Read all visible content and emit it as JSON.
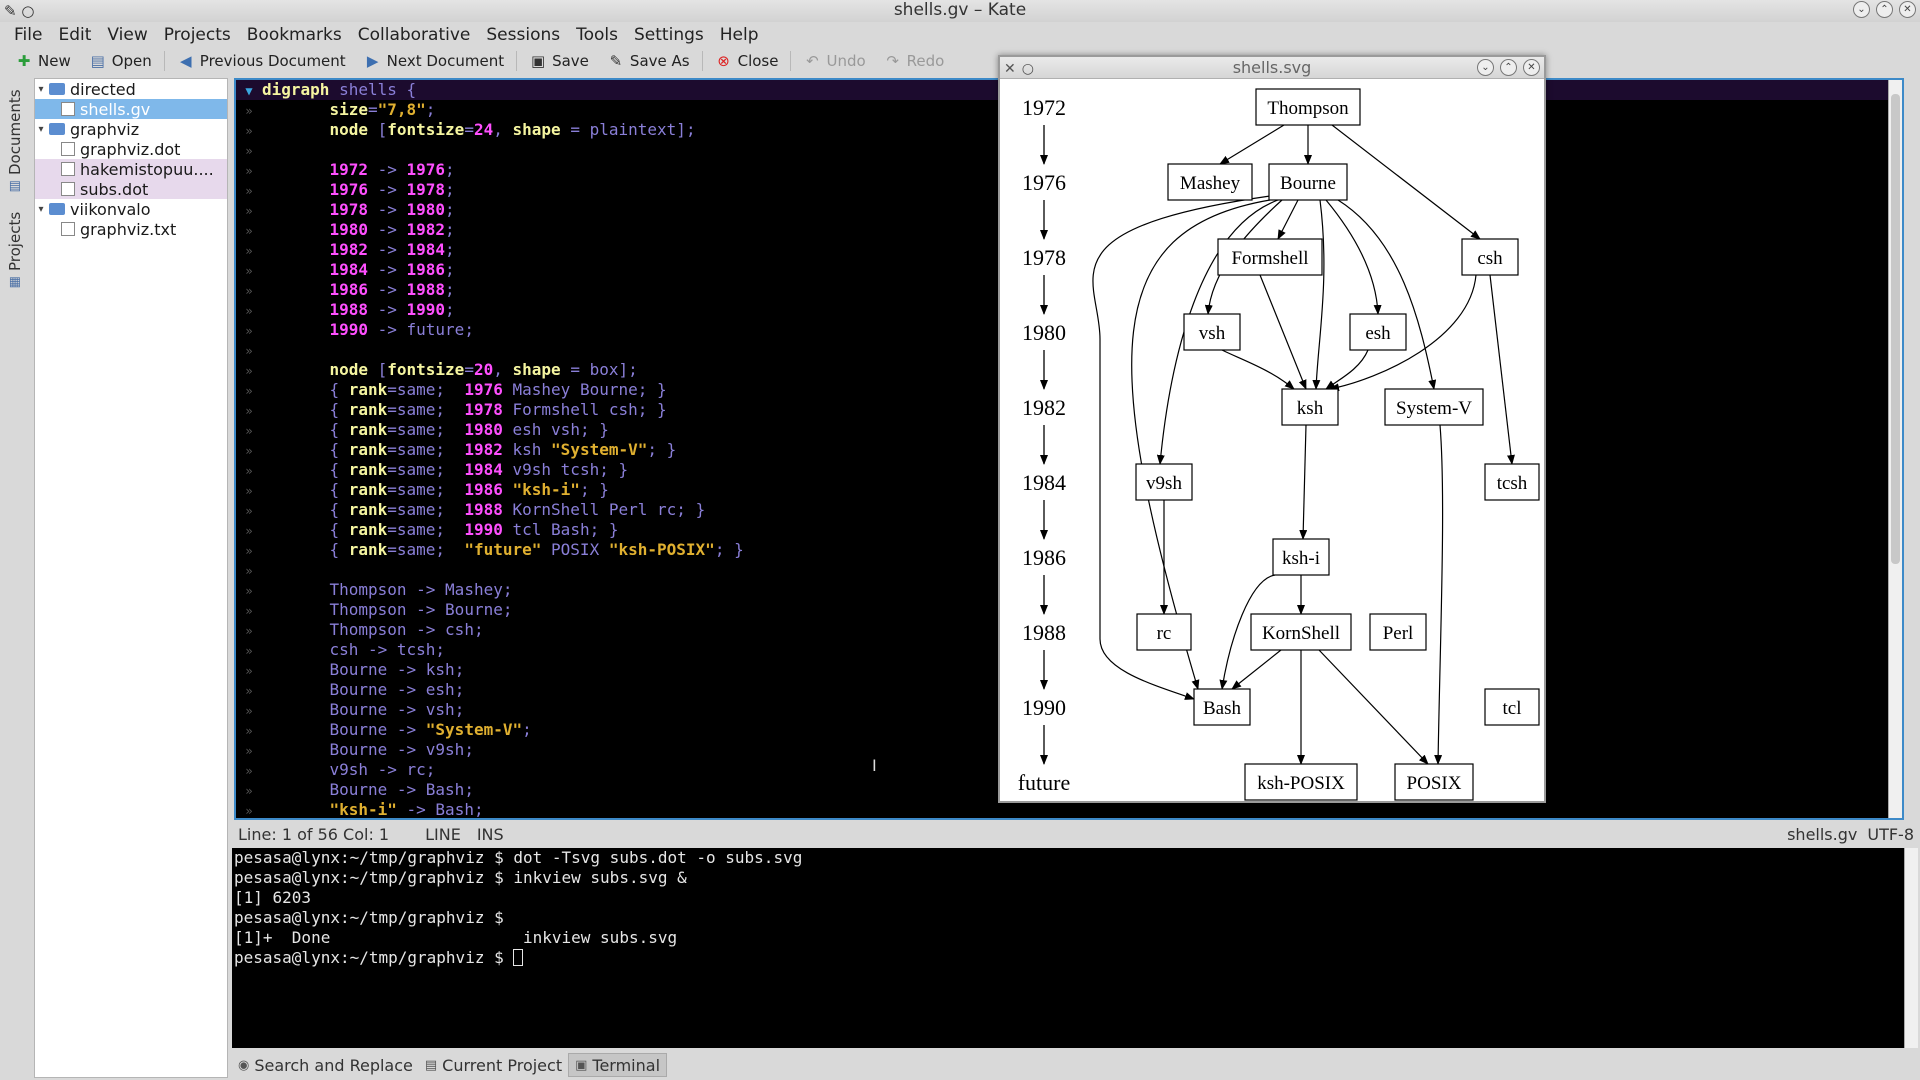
{
  "window": {
    "title": "shells.gv – Kate"
  },
  "menu": [
    "File",
    "Edit",
    "View",
    "Projects",
    "Bookmarks",
    "Collaborative",
    "Sessions",
    "Tools",
    "Settings",
    "Help"
  ],
  "toolbar": {
    "new": "New",
    "open": "Open",
    "prev": "Previous Document",
    "next": "Next Document",
    "save": "Save",
    "save_as": "Save As",
    "close": "Close",
    "undo": "Undo",
    "redo": "Redo"
  },
  "side_tabs": {
    "documents": "Documents",
    "projects": "Projects"
  },
  "tree": [
    {
      "label": "directed",
      "type": "folder",
      "level": 0
    },
    {
      "label": "shells.gv",
      "type": "file",
      "level": 1,
      "state": "selected"
    },
    {
      "label": "graphviz",
      "type": "folder",
      "level": 0
    },
    {
      "label": "graphviz.dot",
      "type": "file",
      "level": 1,
      "state": ""
    },
    {
      "label": "hakemistopuu....",
      "type": "file",
      "level": 1,
      "state": "modified"
    },
    {
      "label": "subs.dot",
      "type": "file",
      "level": 1,
      "state": "modified"
    },
    {
      "label": "viikonvalo",
      "type": "folder",
      "level": 0
    },
    {
      "label": "graphviz.txt",
      "type": "file",
      "level": 1,
      "state": ""
    }
  ],
  "code": [
    "digraph shells {",
    "size=\"7,8\";",
    "node [fontsize=24, shape = plaintext];",
    "",
    "1972 -> 1976;",
    "1976 -> 1978;",
    "1978 -> 1980;",
    "1980 -> 1982;",
    "1982 -> 1984;",
    "1984 -> 1986;",
    "1986 -> 1988;",
    "1988 -> 1990;",
    "1990 -> future;",
    "",
    "node [fontsize=20, shape = box];",
    "{ rank=same;  1976 Mashey Bourne; }",
    "{ rank=same;  1978 Formshell csh; }",
    "{ rank=same;  1980 esh vsh; }",
    "{ rank=same;  1982 ksh \"System-V\"; }",
    "{ rank=same;  1984 v9sh tcsh; }",
    "{ rank=same;  1986 \"ksh-i\"; }",
    "{ rank=same;  1988 KornShell Perl rc; }",
    "{ rank=same;  1990 tcl Bash; }",
    "{ rank=same;  \"future\" POSIX \"ksh-POSIX\"; }",
    "",
    "Thompson -> Mashey;",
    "Thompson -> Bourne;",
    "Thompson -> csh;",
    "csh -> tcsh;",
    "Bourne -> ksh;",
    "Bourne -> esh;",
    "Bourne -> vsh;",
    "Bourne -> \"System-V\";",
    "Bourne -> v9sh;",
    "v9sh -> rc;",
    "Bourne -> Bash;",
    "\"ksh-i\" -> Bash;"
  ],
  "status": {
    "position": "Line: 1 of 56 Col: 1",
    "mode": "LINE",
    "insert": "INS",
    "filename": "shells.gv",
    "encoding": "UTF-8"
  },
  "terminal": [
    "pesasa@lynx:~/tmp/graphviz $ dot -Tsvg subs.dot -o subs.svg",
    "pesasa@lynx:~/tmp/graphviz $ inkview subs.svg &",
    "[1] 6203",
    "pesasa@lynx:~/tmp/graphviz $",
    "[1]+  Done                    inkview subs.svg",
    "pesasa@lynx:~/tmp/graphviz $ "
  ],
  "bottom_tabs": [
    "Search and Replace",
    "Current Project",
    "Terminal"
  ],
  "viewer": {
    "title": "shells.svg",
    "years": [
      "1972",
      "1976",
      "1978",
      "1980",
      "1982",
      "1984",
      "1986",
      "1988",
      "1990",
      "future"
    ],
    "nodes": [
      "Thompson",
      "Mashey",
      "Bourne",
      "Formshell",
      "csh",
      "vsh",
      "esh",
      "ksh",
      "System-V",
      "v9sh",
      "tcsh",
      "ksh-i",
      "rc",
      "KornShell",
      "Perl",
      "Bash",
      "tcl",
      "ksh-POSIX",
      "POSIX"
    ]
  },
  "colors": {
    "accent": "#3d8ac8",
    "keyword": "#f5f5a0",
    "number": "#ff4fff",
    "string": "#e0b030",
    "identifier": "#8a7fd8"
  }
}
